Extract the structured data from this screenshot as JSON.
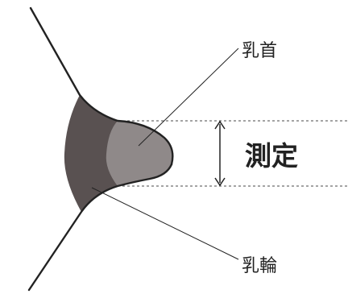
{
  "labels": {
    "nipple": "乳首",
    "measure": "測定",
    "areola": "乳輪"
  },
  "colors": {
    "areola_fill": "#595151",
    "nipple_fill": "#8f8989",
    "outline": "#222222",
    "guide_line": "#4a4a4a",
    "background": "#ffffff"
  }
}
